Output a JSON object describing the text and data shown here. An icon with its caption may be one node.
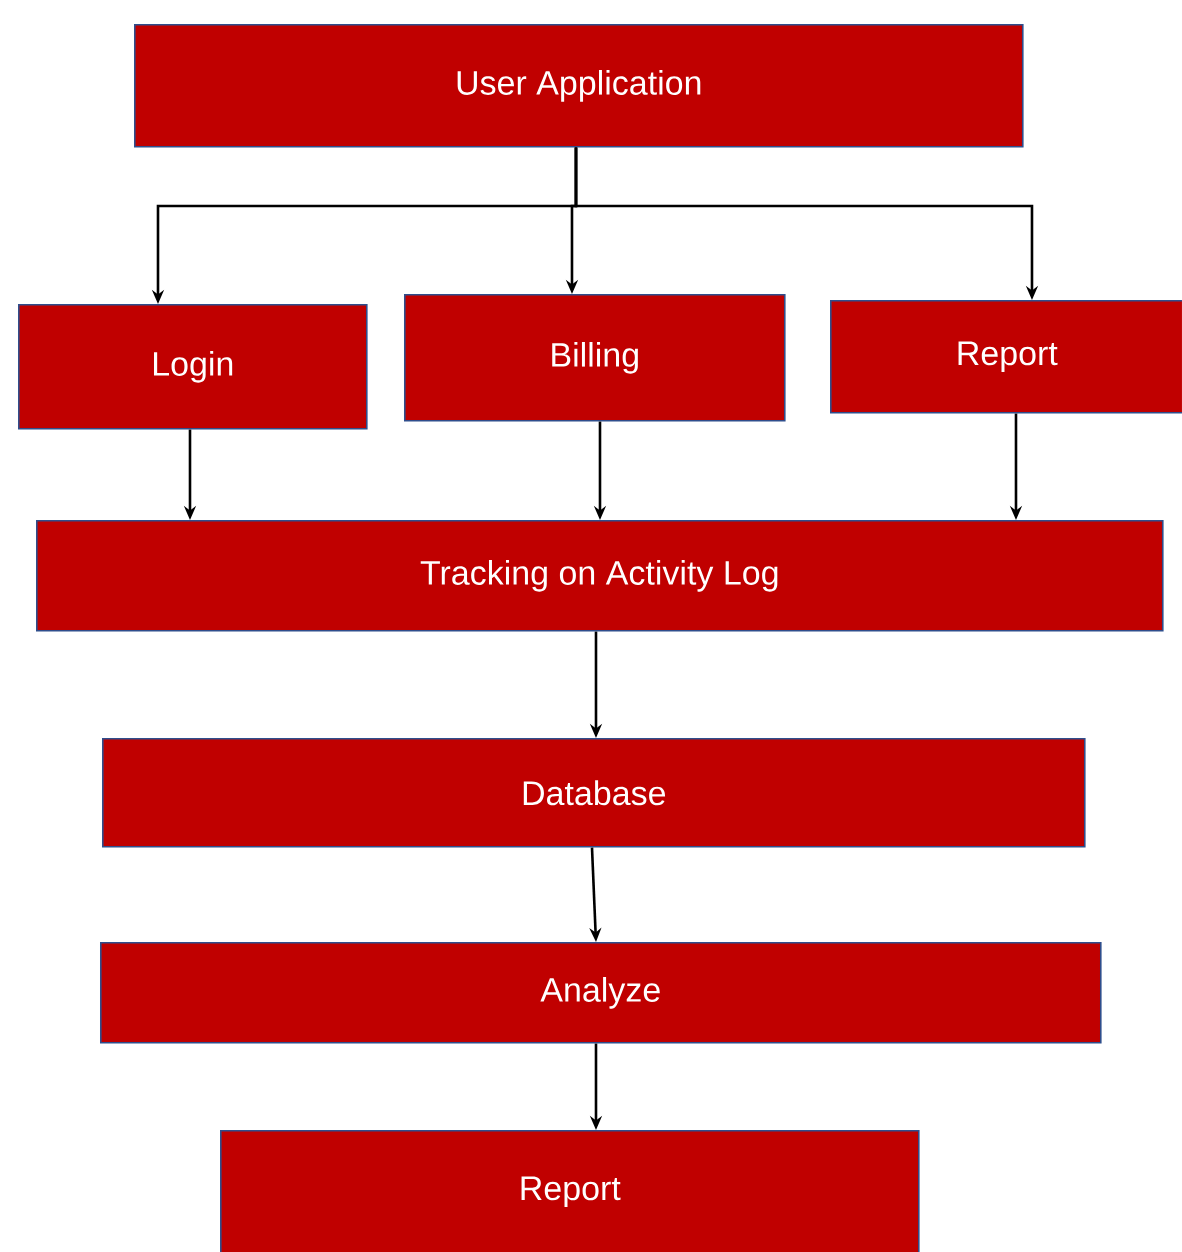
{
  "diagram": {
    "nodes": [
      {
        "text": [
          "User Application"
        ]
      },
      {
        "text": [
          "Login"
        ]
      },
      {
        "text": [
          "Billing"
        ]
      },
      {
        "text": [
          "Report"
        ]
      },
      {
        "text": [
          "Tracking on Activity Log"
        ]
      },
      {
        "text": [
          "Database"
        ]
      },
      {
        "text": [
          "Analyze"
        ]
      },
      {
        "text": [
          "Report"
        ]
      }
    ],
    "edges": [
      {
        "from": 0,
        "to": 1,
        "arrow": "to"
      },
      {
        "from": 0,
        "to": 2,
        "arrow": "to"
      },
      {
        "from": 0,
        "to": 3,
        "arrow": "to"
      },
      {
        "from": 1,
        "to": 4,
        "arrow": "to"
      },
      {
        "from": 2,
        "to": 4,
        "arrow": "to"
      },
      {
        "from": 3,
        "to": 4,
        "arrow": "to"
      },
      {
        "from": 4,
        "to": 5,
        "arrow": "to"
      },
      {
        "from": 5,
        "to": 6,
        "arrow": "to"
      },
      {
        "from": 6,
        "to": 7,
        "arrow": "to"
      }
    ]
  }
}
